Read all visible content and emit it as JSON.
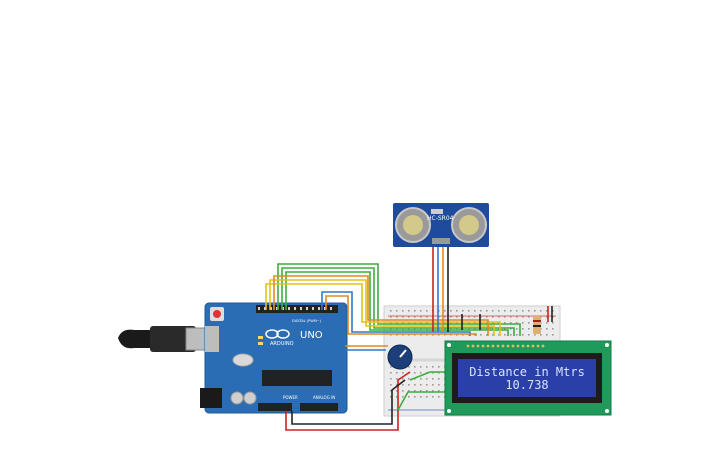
{
  "arduino": {
    "brand": "ARDUINO",
    "model": "UNO",
    "digital_label": "DIGITAL (PWM~)",
    "power_label": "POWER",
    "analog_label": "ANALOG IN",
    "color": "#2a6db5"
  },
  "sensor": {
    "label": "HC-SR04",
    "color": "#1e4b9c"
  },
  "lcd": {
    "line1": "Distance in Mtrs",
    "line2": "10.738",
    "screen_color": "#2b3fa8",
    "board_color": "#1f9a5a"
  },
  "colors": {
    "wire_green": "#3cae3c",
    "wire_yellow": "#e3c215",
    "wire_orange": "#e08a20",
    "wire_blue": "#3377cc",
    "wire_red": "#cc2222",
    "wire_black": "#222222"
  }
}
